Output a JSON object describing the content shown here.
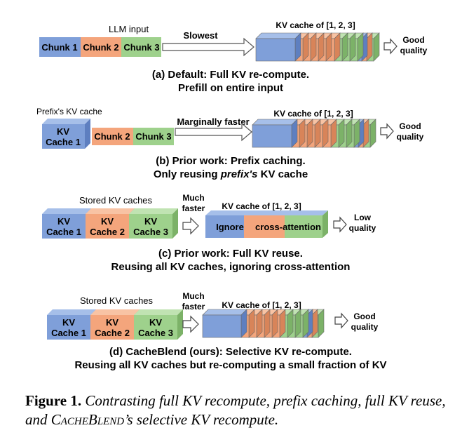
{
  "colors": {
    "blue": "#7f9fd9",
    "blue_light": "#a6bfe9",
    "blue_dark": "#5e7fc0",
    "orange": "#f4a57c",
    "orange_light": "#f8c3a4",
    "orange_dark": "#d88459",
    "green": "#9ed18c",
    "green_light": "#c0e3b2",
    "green_dark": "#7cb268",
    "line": "#6b6b6b"
  },
  "panel_a": {
    "top_label": "LLM input",
    "chunks": [
      "Chunk 1",
      "Chunk 2",
      "Chunk 3"
    ],
    "arrow_label": "Slowest",
    "kv_label": "KV cache of [1, 2, 3]",
    "quality": [
      "Good",
      "quality"
    ],
    "caption": [
      "(a) Default: Full KV re-compute.",
      "Prefill on entire input"
    ]
  },
  "panel_b": {
    "top_label": "Prefix's KV cache",
    "cache": [
      "KV",
      "Cache 1"
    ],
    "chunks": [
      "Chunk 2",
      "Chunk 3"
    ],
    "arrow_label": "Marginally faster",
    "kv_label": "KV cache of [1, 2, 3]",
    "quality": [
      "Good",
      "quality"
    ],
    "caption_line1": "(b) Prior work: Prefix caching.",
    "caption_line2_pre": "Only reusing ",
    "caption_line2_em": "prefix's",
    "caption_line2_post": " KV cache"
  },
  "panel_c": {
    "top_label": "Stored KV caches",
    "caches": [
      [
        "KV",
        "Cache 1"
      ],
      [
        "KV",
        "Cache 2"
      ],
      [
        "KV",
        "Cache 3"
      ]
    ],
    "arrow_label": [
      "Much",
      "faster"
    ],
    "kv_label": "KV cache of [1, 2, 3]",
    "bar_text_1": "Ignore",
    "bar_text_2": "cross-attention",
    "quality": [
      "Low",
      "quality"
    ],
    "caption": [
      "(c) Prior work: Full KV reuse.",
      "Reusing all KV caches, ignoring cross-attention"
    ]
  },
  "panel_d": {
    "top_label": "Stored KV caches",
    "caches": [
      [
        "KV",
        "Cache 1"
      ],
      [
        "KV",
        "Cache 2"
      ],
      [
        "KV",
        "Cache 3"
      ]
    ],
    "arrow_label": [
      "Much",
      "faster"
    ],
    "kv_label": "KV cache of [1, 2, 3]",
    "quality": [
      "Good",
      "quality"
    ],
    "caption": [
      "(d) CacheBlend (ours): Selective KV re-compute.",
      "Reusing all KV caches but re-computing a small fraction of KV"
    ]
  },
  "figure_caption": {
    "label": "Figure 1.",
    "text_1": "Contrasting full KV recompute, prefix caching, full KV reuse, and ",
    "name": "CacheBlend",
    "text_2": "’s selective KV recompute."
  }
}
